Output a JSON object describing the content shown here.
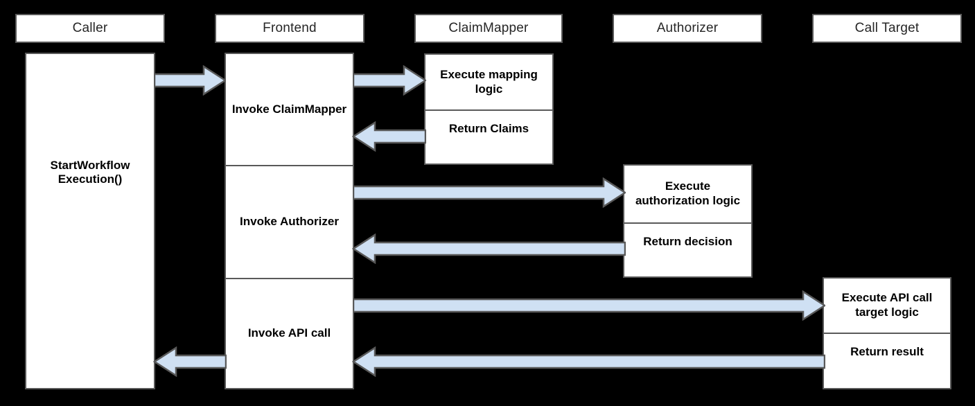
{
  "diagram": {
    "type": "sequence-diagram",
    "background_color": "#000000",
    "box_fill": "#ffffff",
    "box_border": "#595959",
    "arrow_fill": "#cfe0f3",
    "arrow_border": "#595959",
    "lanes": [
      {
        "id": "caller",
        "label": "Caller"
      },
      {
        "id": "frontend",
        "label": "Frontend"
      },
      {
        "id": "claimmapper",
        "label": "ClaimMapper"
      },
      {
        "id": "authorizer",
        "label": "Authorizer"
      },
      {
        "id": "calltarget",
        "label": "Call Target"
      }
    ],
    "activations": {
      "caller": {
        "cells": [
          "StartWorkflow Execution()"
        ]
      },
      "frontend": {
        "cells": [
          "Invoke ClaimMapper",
          "Invoke Authorizer",
          "Invoke API call"
        ]
      },
      "claimmapper": {
        "cells": [
          "Execute mapping logic",
          "Return Claims"
        ]
      },
      "authorizer": {
        "cells": [
          "Execute authorization logic",
          "Return decision"
        ]
      },
      "calltarget": {
        "cells": [
          "Execute API call target logic",
          "Return result"
        ]
      }
    },
    "messages": [
      {
        "id": "m1",
        "from": "caller",
        "to": "frontend",
        "direction": "right"
      },
      {
        "id": "m2",
        "from": "frontend",
        "to": "claimmapper",
        "direction": "right"
      },
      {
        "id": "m3",
        "from": "claimmapper",
        "to": "frontend",
        "direction": "left"
      },
      {
        "id": "m4",
        "from": "frontend",
        "to": "authorizer",
        "direction": "right"
      },
      {
        "id": "m5",
        "from": "authorizer",
        "to": "frontend",
        "direction": "left"
      },
      {
        "id": "m6",
        "from": "frontend",
        "to": "calltarget",
        "direction": "right"
      },
      {
        "id": "m7",
        "from": "calltarget",
        "to": "frontend",
        "direction": "left"
      },
      {
        "id": "m8",
        "from": "frontend",
        "to": "caller",
        "direction": "left"
      }
    ]
  }
}
